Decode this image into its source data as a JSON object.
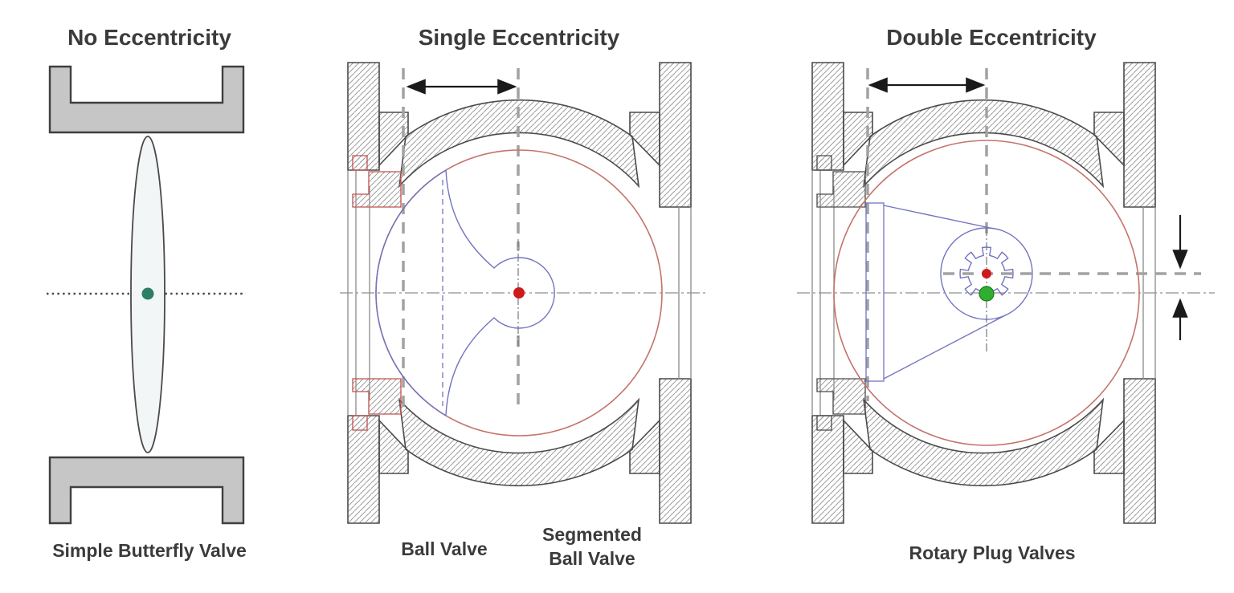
{
  "figure": {
    "panels": {
      "left": {
        "title": "No Eccentricity",
        "caption": "Simple Butterfly Valve"
      },
      "center": {
        "title": "Single Eccentricity",
        "caption_left": "Ball Valve",
        "caption_right_line1": "Segmented",
        "caption_right_line2": "Ball Valve"
      },
      "right": {
        "title": "Double Eccentricity",
        "caption": "Rotary Plug Valves"
      }
    }
  },
  "colors": {
    "ball_seal_red": "#c4736c",
    "segment_blue": "#7274c0",
    "shaft_center_red": "#cf1a1a",
    "plug_center_green": "#2fae2f",
    "plug_center_green_edge": "#1d7a1d",
    "disc_center_teal": "#2b7f63",
    "retainer_red": "#c0504d",
    "body_outline": "#4a4a4a",
    "hatch_line": "#9c9c9c",
    "bracket_fill": "#c6c6c6",
    "bracket_stroke": "#3f3f3f",
    "dash_gray": "#a2a2a2",
    "dimension_black": "#1a1a1a",
    "text_gray": "#3b3b3b"
  }
}
